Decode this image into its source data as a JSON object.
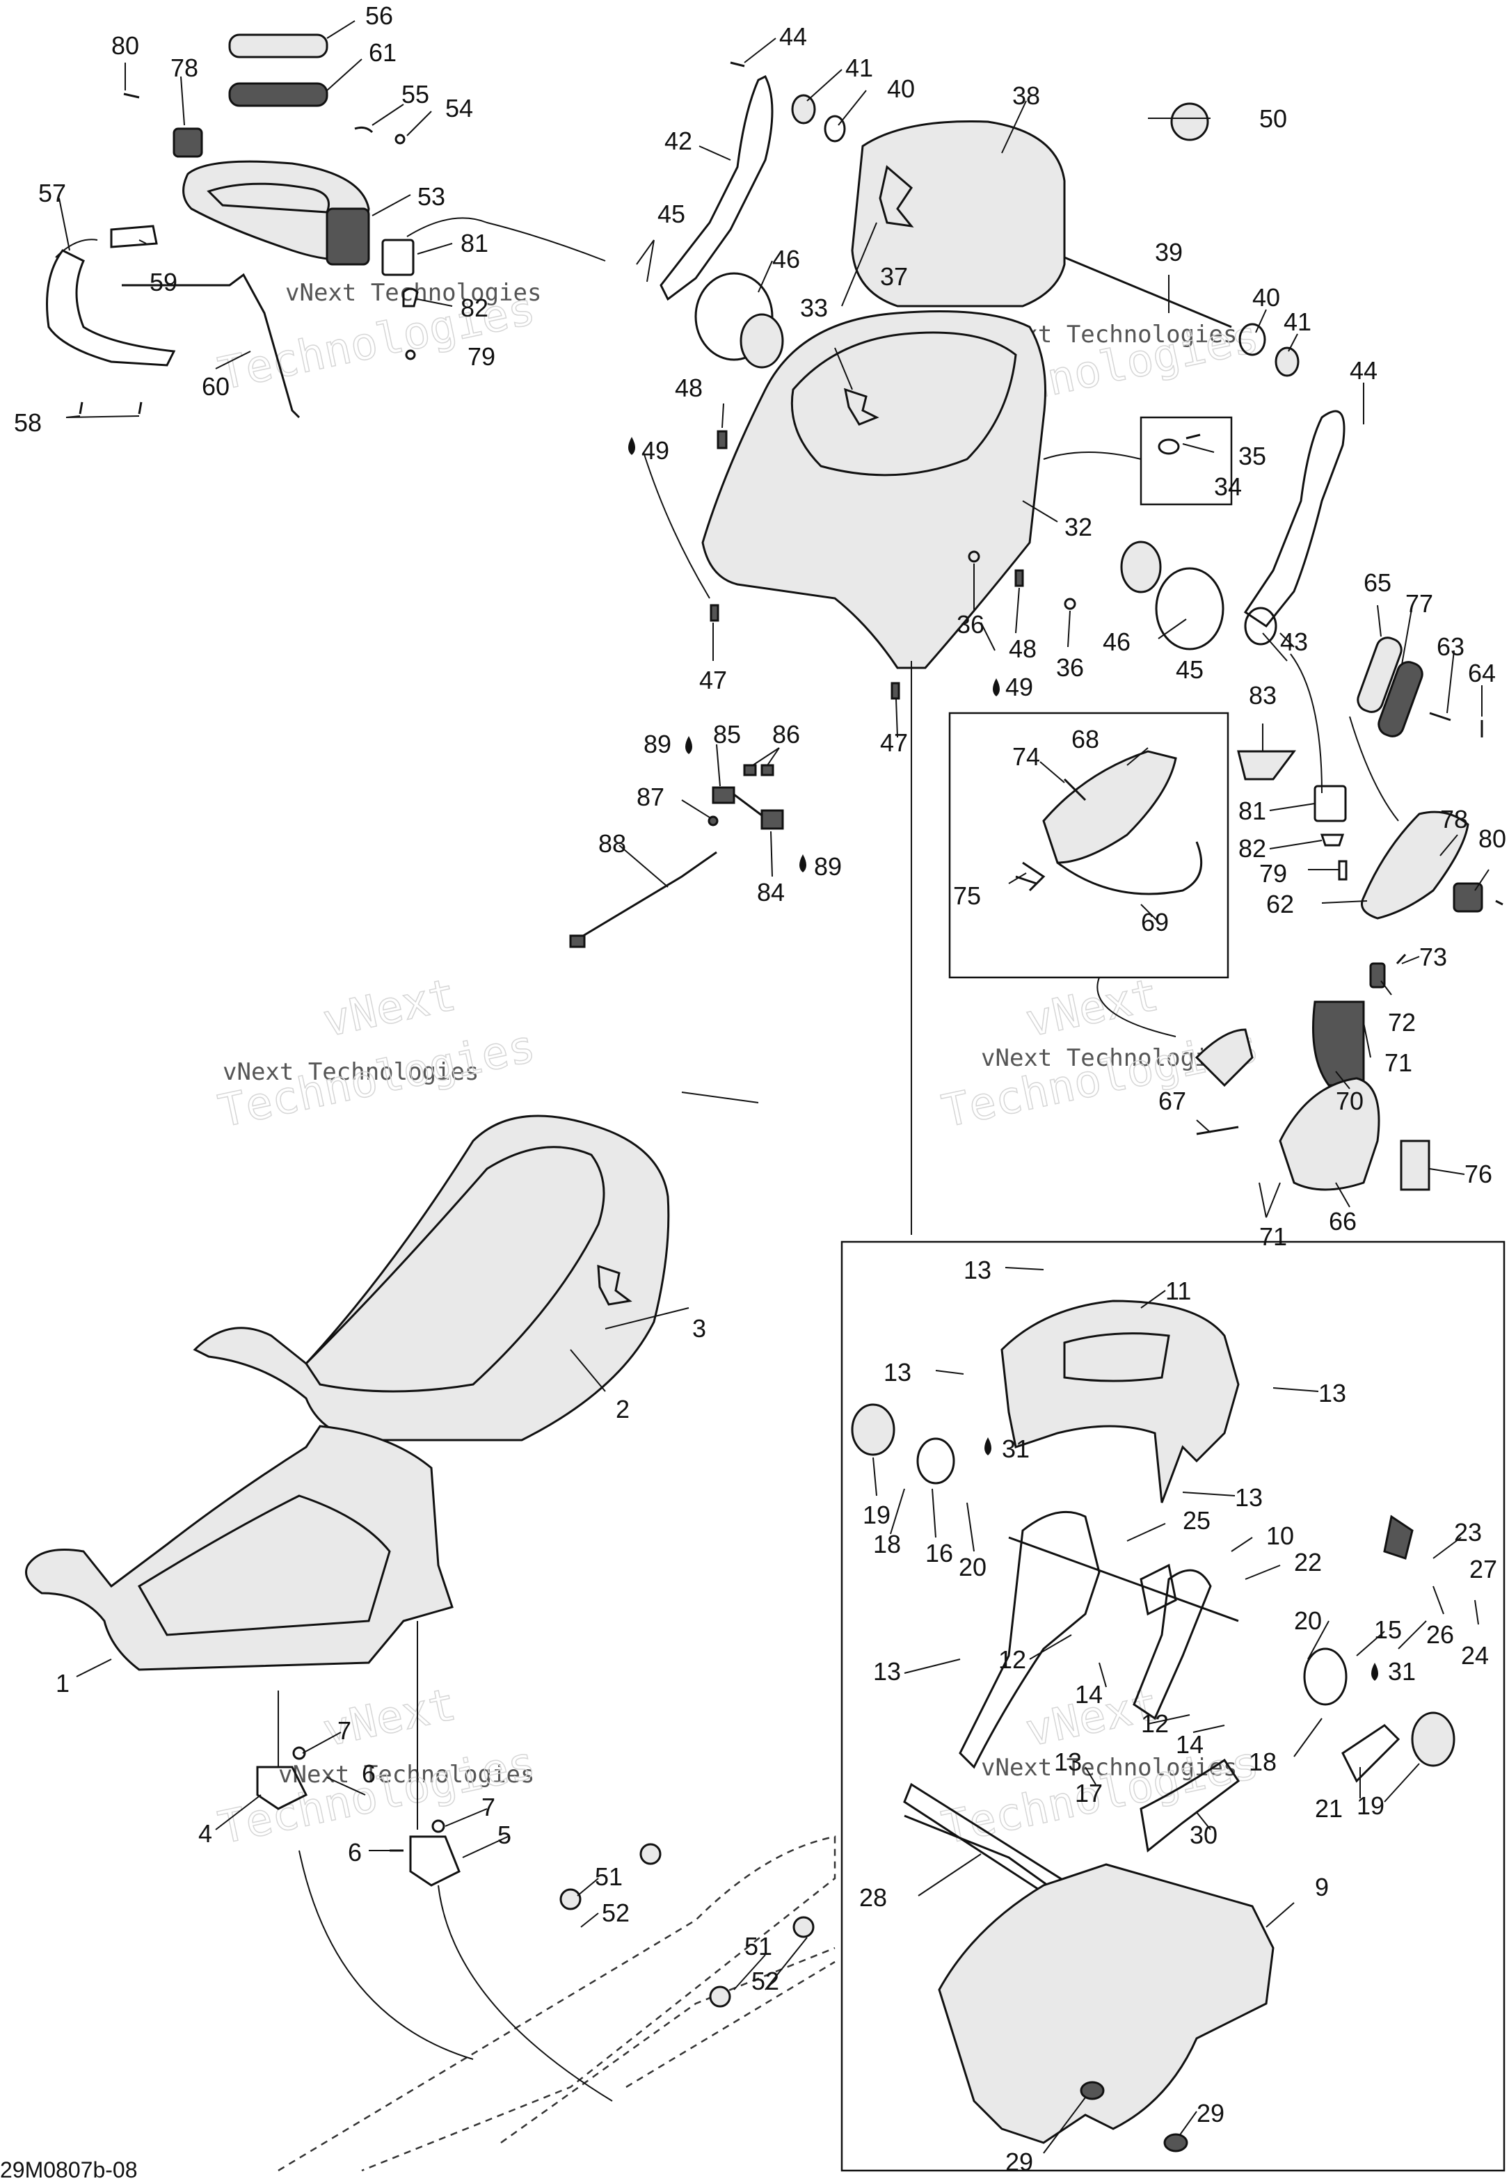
{
  "diagram_ref": "29M0807b-08",
  "watermark": {
    "line1": "vNext",
    "line2": "Technologies",
    "line3": "vNext Technologies"
  },
  "labels": {
    "1": "1",
    "2": "2",
    "3": "3",
    "4": "4",
    "5": "5",
    "6": "6",
    "7": "7",
    "9": "9",
    "10": "10",
    "11": "11",
    "12": "12",
    "13": "13",
    "14": "14",
    "15": "15",
    "16": "16",
    "17": "17",
    "18": "18",
    "19": "19",
    "20": "20",
    "21": "21",
    "22": "22",
    "23": "23",
    "24": "24",
    "25": "25",
    "26": "26",
    "27": "27",
    "28": "28",
    "29": "29",
    "30": "30",
    "31": "31",
    "32": "32",
    "33": "33",
    "34": "34",
    "35": "35",
    "36": "36",
    "37": "37",
    "38": "38",
    "39": "39",
    "40": "40",
    "41": "41",
    "42": "42",
    "43": "43",
    "44": "44",
    "45": "45",
    "46": "46",
    "47": "47",
    "48": "48",
    "49": "49",
    "50": "50",
    "51": "51",
    "52": "52",
    "53": "53",
    "54": "54",
    "55": "55",
    "56": "56",
    "57": "57",
    "58": "58",
    "59": "59",
    "60": "60",
    "61": "61",
    "62": "62",
    "63": "63",
    "64": "64",
    "65": "65",
    "66": "66",
    "67": "67",
    "68": "68",
    "69": "69",
    "70": "70",
    "71": "71",
    "72": "72",
    "73": "73",
    "74": "74",
    "75": "75",
    "76": "76",
    "77": "77",
    "78": "78",
    "79": "79",
    "80": "80",
    "81": "81",
    "82": "82",
    "83": "83",
    "84": "84",
    "85": "85",
    "86": "86",
    "87": "87",
    "88": "88",
    "89": "89"
  }
}
